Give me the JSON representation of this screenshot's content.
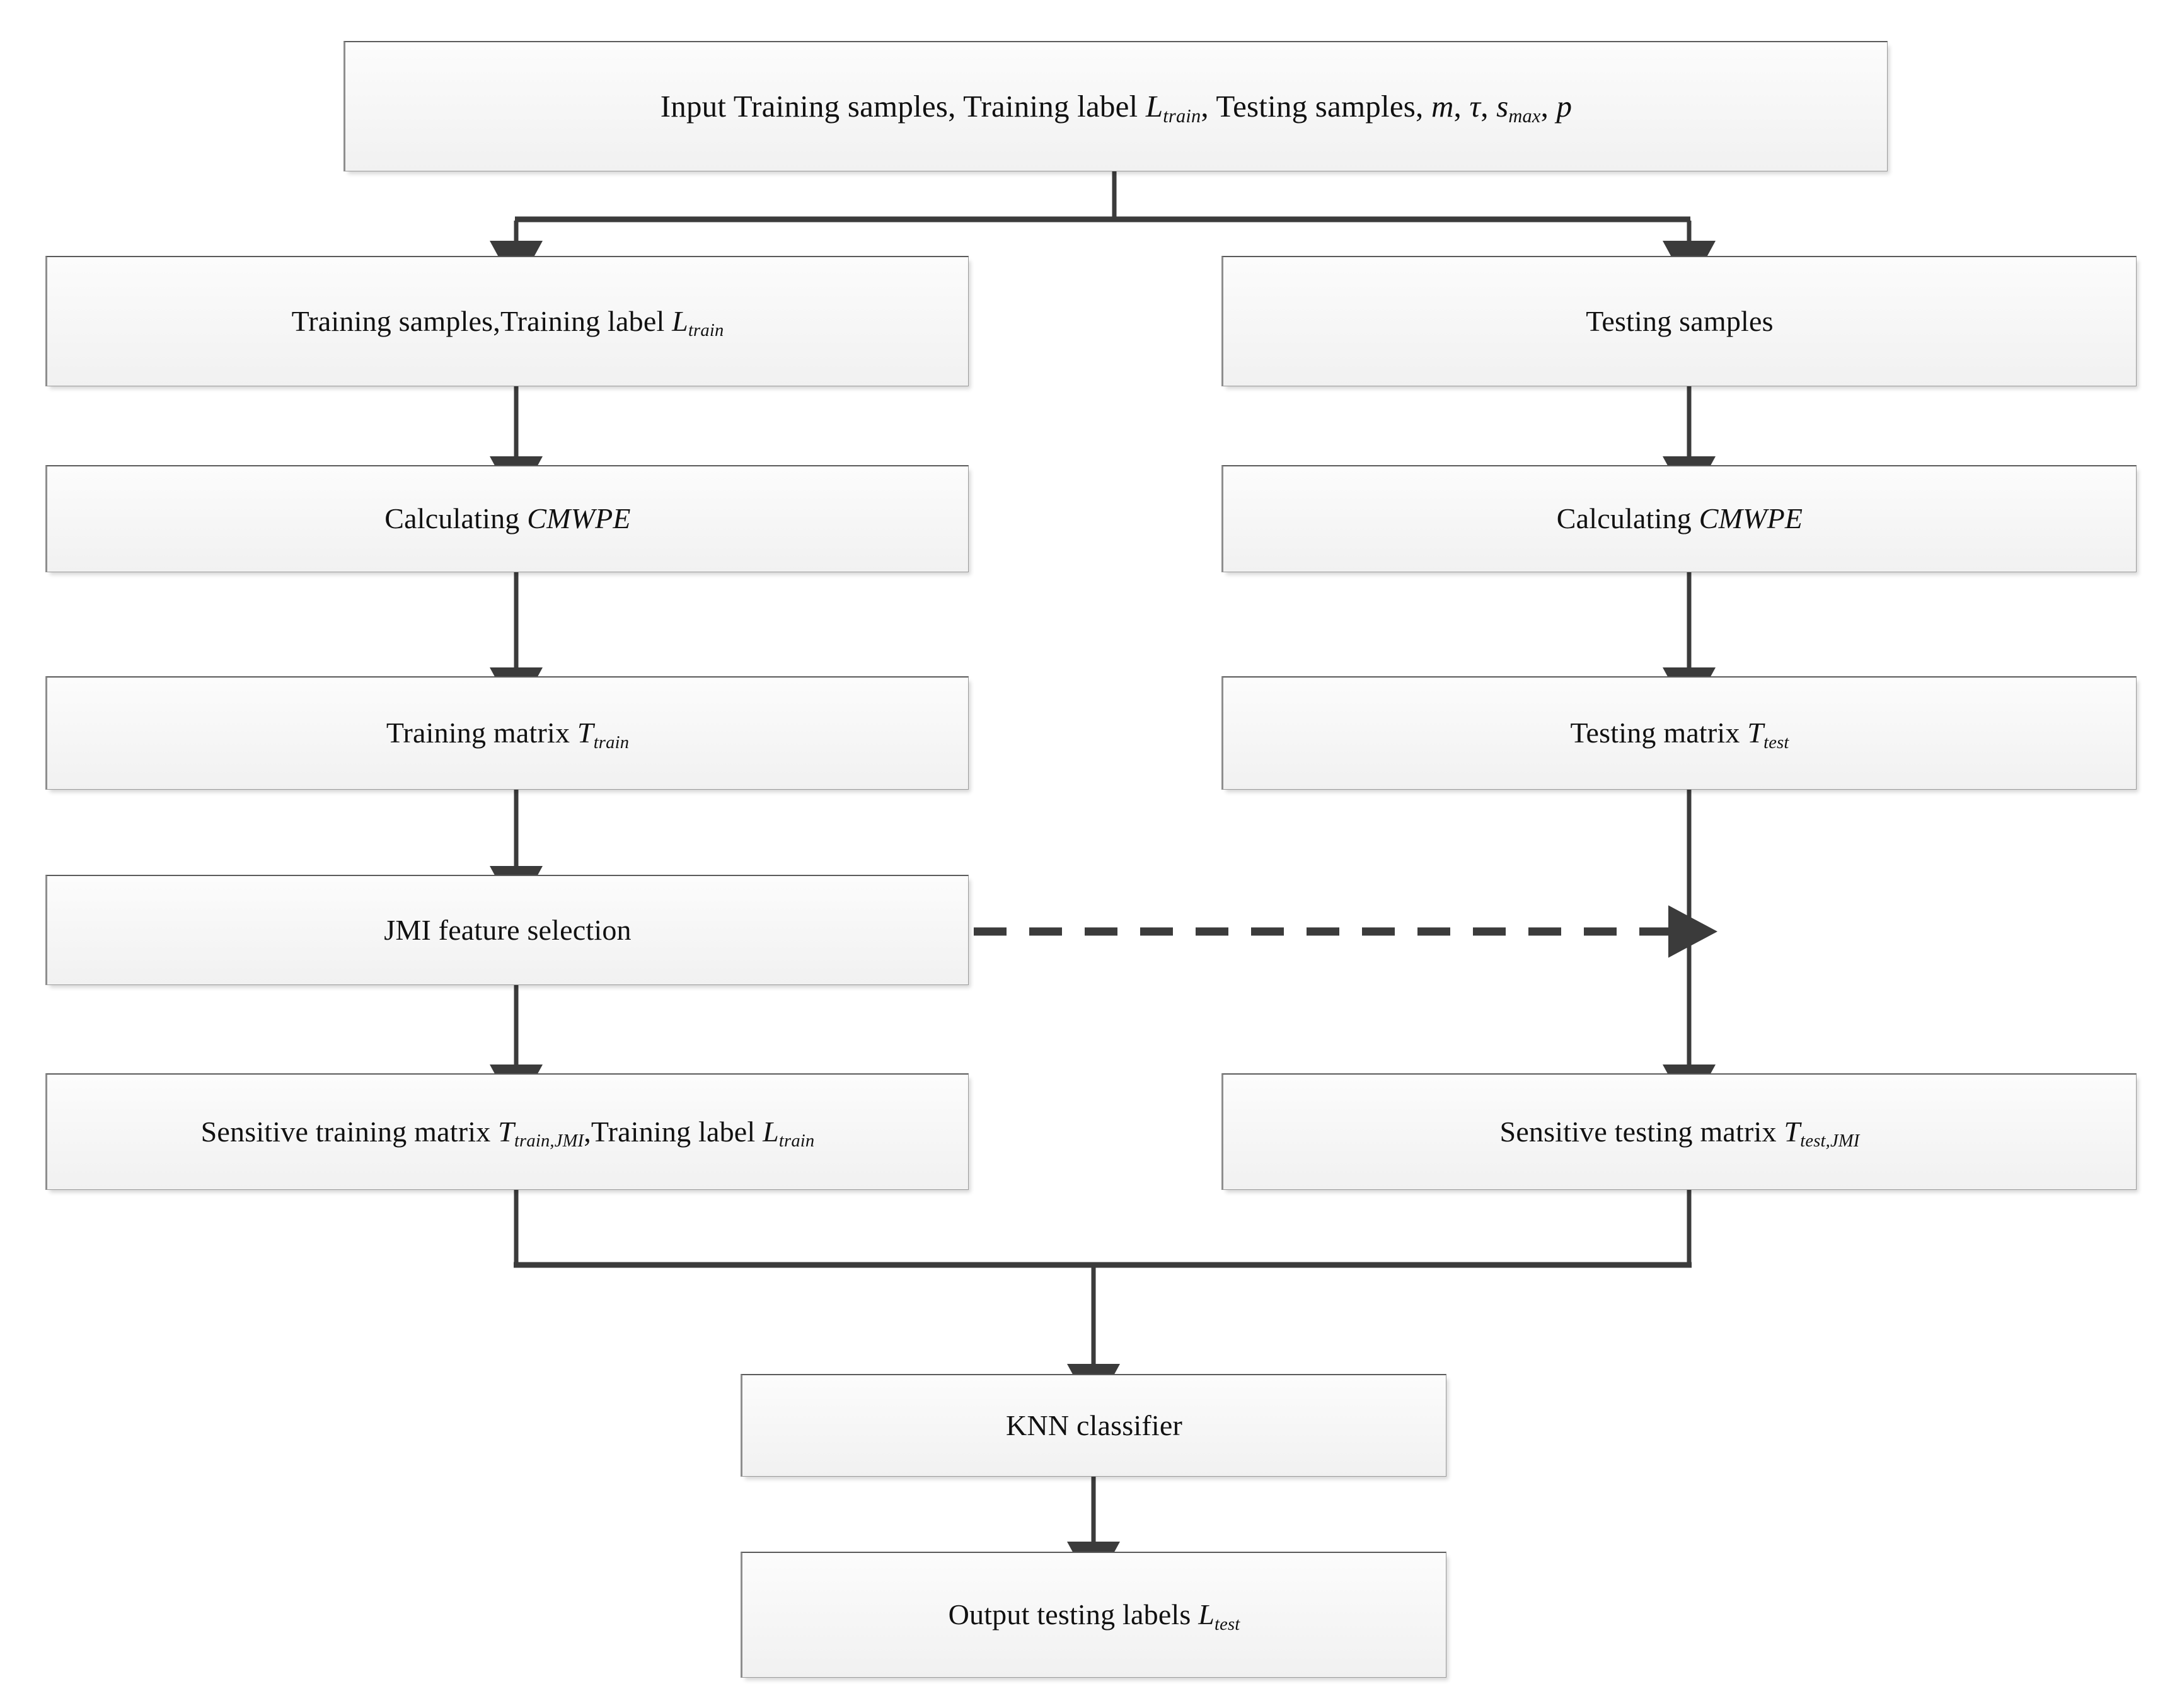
{
  "diagram": {
    "title": "CMWPE + JMI feature selection + KNN classification flowchart",
    "nodes": {
      "input": {
        "label": "Input Training samples, Training label Ltrain, Testing samples, m, τ, smax, p",
        "pre": "Input Training samples, Training label ",
        "sym1": "L",
        "sub1": "train",
        "mid": ", Testing samples, ",
        "sym2": "m",
        "mid2": ", ",
        "sym3": "τ",
        "mid3": ", ",
        "sym4": "s",
        "sub4": "max",
        "mid4": ", ",
        "sym5": "p"
      },
      "train_samples": {
        "pre": "Training samples,Training label ",
        "sym": "L",
        "sub": "train",
        "label": "Training samples,Training label Ltrain"
      },
      "test_samples": {
        "label": "Testing samples"
      },
      "calc_cmwpe_left": {
        "pre": "Calculating ",
        "sym": "CMWPE",
        "label": "Calculating CMWPE"
      },
      "calc_cmwpe_right": {
        "pre": "Calculating ",
        "sym": "CMWPE",
        "label": "Calculating CMWPE"
      },
      "train_matrix": {
        "pre": "Training  matrix ",
        "sym": "T",
        "sub": "train",
        "label": "Training matrix Ttrain"
      },
      "test_matrix": {
        "pre": "Testing  matrix  ",
        "sym": "T",
        "sub": "test",
        "label": "Testing matrix Ttest"
      },
      "jmi": {
        "label": "JMI feature selection"
      },
      "sens_train": {
        "pre": "Sensitive training  matrix ",
        "sym": "T",
        "sub": "train,JMI",
        "mid": ",Training label ",
        "sym2": "L",
        "sub2": "train",
        "label": "Sensitive training matrix Ttrain,JMI,Training label Ltrain"
      },
      "sens_test": {
        "pre": "Sensitive testing  matrix ",
        "sym": "T",
        "sub": "test,JMI",
        "label": "Sensitive testing matrix Ttest,JMI"
      },
      "knn": {
        "label": "KNN classifier"
      },
      "output": {
        "pre": "Output testing labels  ",
        "sym": "L",
        "sub": "test",
        "label": "Output testing labels Ltest"
      }
    },
    "edges": [
      {
        "from": "input",
        "to": "train_samples",
        "style": "solid",
        "arrow": true
      },
      {
        "from": "input",
        "to": "test_samples",
        "style": "solid",
        "arrow": true
      },
      {
        "from": "train_samples",
        "to": "calc_cmwpe_left",
        "style": "solid",
        "arrow": true
      },
      {
        "from": "test_samples",
        "to": "calc_cmwpe_right",
        "style": "solid",
        "arrow": true
      },
      {
        "from": "calc_cmwpe_left",
        "to": "train_matrix",
        "style": "solid",
        "arrow": true
      },
      {
        "from": "calc_cmwpe_right",
        "to": "test_matrix",
        "style": "solid",
        "arrow": true
      },
      {
        "from": "train_matrix",
        "to": "jmi",
        "style": "solid",
        "arrow": true
      },
      {
        "from": "test_matrix",
        "to": "sens_test",
        "style": "solid",
        "arrow": true
      },
      {
        "from": "jmi",
        "to": "sens_train",
        "style": "solid",
        "arrow": true
      },
      {
        "from": "jmi",
        "to": "test_branch",
        "style": "dashed",
        "arrow": true
      },
      {
        "from": "sens_train",
        "to": "knn",
        "style": "solid",
        "arrow": true
      },
      {
        "from": "sens_test",
        "to": "knn",
        "style": "solid",
        "arrow": true
      },
      {
        "from": "knn",
        "to": "output",
        "style": "solid",
        "arrow": true
      }
    ],
    "colors": {
      "line": "#3b3b3b",
      "box_border": "#8e8e8e",
      "box_fill_top": "#fcfcfc",
      "box_fill_bottom": "#f1f1f1",
      "text": "#111111"
    }
  }
}
